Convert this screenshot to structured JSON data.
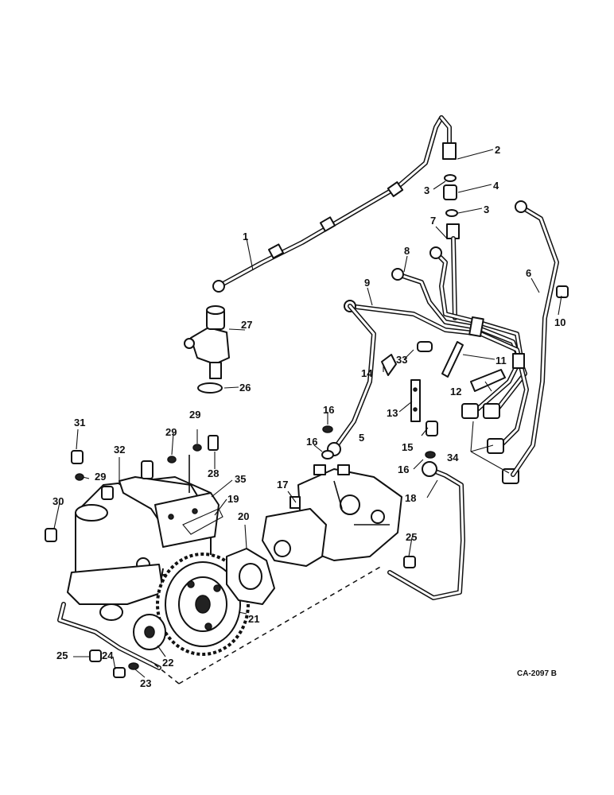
{
  "diagram": {
    "drawing_code": "CA-2097 B",
    "callouts": {
      "c1": "1",
      "c2": "2",
      "c3a": "3",
      "c3b": "3",
      "c4": "4",
      "c5": "5",
      "c6": "6",
      "c7": "7",
      "c8": "8",
      "c9": "9",
      "c10": "10",
      "c11": "11",
      "c12": "12",
      "c13": "13",
      "c14": "14",
      "c15": "15",
      "c16a": "16",
      "c16b": "16",
      "c16c": "16",
      "c17": "17",
      "c18": "18",
      "c19": "19",
      "c20": "20",
      "c21": "21",
      "c22": "22",
      "c23": "23",
      "c24": "24",
      "c25a": "25",
      "c25b": "25",
      "c26": "26",
      "c27": "27",
      "c28": "28",
      "c29a": "29",
      "c29b": "29",
      "c29c": "29",
      "c30": "30",
      "c31": "31",
      "c32": "32",
      "c33": "33",
      "c34": "34",
      "c35": "35"
    }
  }
}
